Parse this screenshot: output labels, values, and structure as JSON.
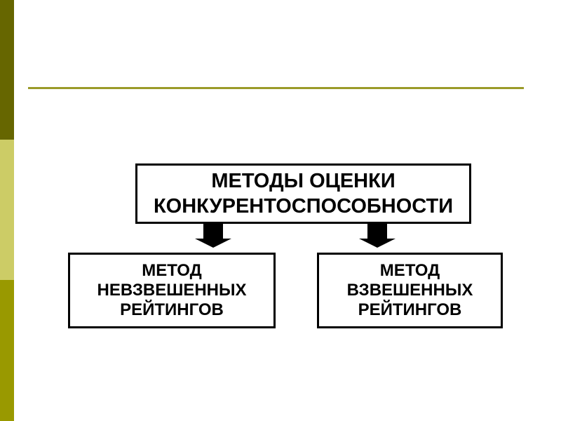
{
  "slide": {
    "background_color": "#ffffff",
    "sidebar": {
      "segments": [
        {
          "position": "top",
          "color": "#666600"
        },
        {
          "position": "middle",
          "color": "#cccc66"
        },
        {
          "position": "bottom",
          "color": "#999900"
        }
      ]
    },
    "divider": {
      "color": "#9a9a28"
    }
  },
  "diagram": {
    "box_border_color": "#000000",
    "box_fill_color": "#ffffff",
    "text_color": "#000000",
    "arrow_color": "#000000",
    "root_box": {
      "line1": "МЕТОДЫ ОЦЕНКИ",
      "line2": "КОНКУРЕНТОСПОСОБНОСТИ"
    },
    "left_box": {
      "line1": "МЕТОД",
      "line2": "НЕВЗВЕШЕННЫХ",
      "line3": "РЕЙТИНГОВ"
    },
    "right_box": {
      "line1": "МЕТОД",
      "line2": "ВЗВЕШЕННЫХ",
      "line3": "РЕЙТИНГОВ"
    }
  }
}
